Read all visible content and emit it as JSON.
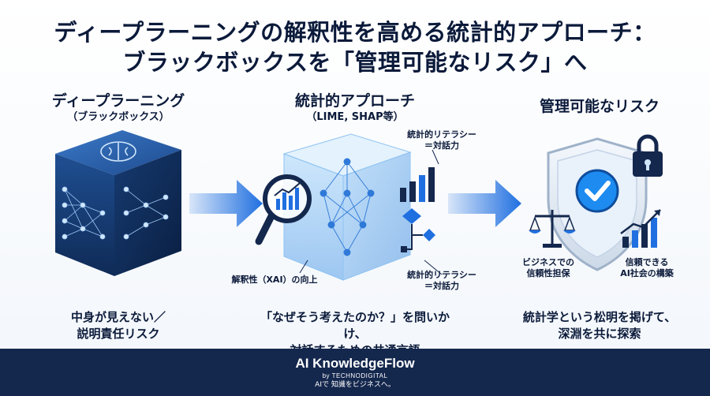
{
  "title": {
    "line1": "ディープラーニングの解釈性を高める統計的アプローチ：",
    "line2": "ブラックボックスを「管理可能なリスク」へ"
  },
  "stages": {
    "left": {
      "title": "ディープラーニング",
      "subtitle": "（ブラックボックス）",
      "caption_line1": "中身が見えない／",
      "caption_line2": "説明責任リスク"
    },
    "middle": {
      "title": "統計的アプローチ",
      "subtitle": "（LIME, SHAP等）",
      "label_top_line1": "統計的リテラシー",
      "label_top_line2": "＝対話力",
      "label_bottom_line1": "統計的リテラシー",
      "label_bottom_line2": "＝対話力",
      "label_xai": "解釈性（XAI）の向上",
      "caption_line1": "「なぜそう考えたのか？」を問いかけ、",
      "caption_line2": "対話するための共通言語"
    },
    "right": {
      "title": "管理可能なリスク",
      "label_left_line1": "ビジネスでの",
      "label_left_line2": "信頼性担保",
      "label_right_line1": "信頼できる",
      "label_right_line2": "AI社会の構築",
      "caption_line1": "統計学という松明を掲げて、",
      "caption_line2": "深淵を共に探索"
    }
  },
  "footer": {
    "brand": "AI KnowledgeFlow",
    "by": "by TECHNODIGITAL",
    "tagline": "AIで 知識をビジネスへ。"
  },
  "colors": {
    "navy": "#14274d",
    "blue": "#1f6fe0",
    "light_blue": "#cfe6fb",
    "accent_check": "#1d8bf0"
  },
  "icons": [
    "brain-icon",
    "neural-network-icon",
    "magnifier-icon",
    "bar-chart-icon",
    "flowchart-icon",
    "shield-icon",
    "check-icon",
    "padlock-icon",
    "scales-icon",
    "growth-chart-icon",
    "arrow-right-icon"
  ]
}
